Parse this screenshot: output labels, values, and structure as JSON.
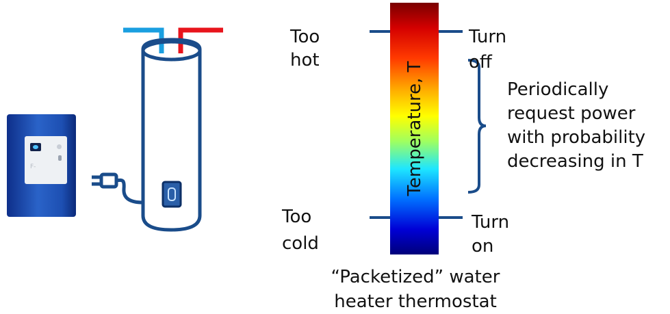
{
  "photo": {
    "panel_text": "F-"
  },
  "thermostat": {
    "scale_label": "Temperature, T",
    "too_hot": [
      "Too",
      "hot"
    ],
    "too_cold": [
      "Too",
      "cold"
    ],
    "turn_off": [
      "Turn",
      "off"
    ],
    "turn_on": [
      "Turn",
      "on"
    ],
    "periodic": [
      "Periodically",
      "request power",
      "with probability",
      "decreasing in T"
    ],
    "caption": [
      "“Packetized” water",
      "heater thermostat"
    ]
  },
  "colors": {
    "tank": "#1a4c8a",
    "cold_pipe": "#1a9fe0",
    "hot_pipe": "#e8141c",
    "line": "#1a4c8a"
  }
}
